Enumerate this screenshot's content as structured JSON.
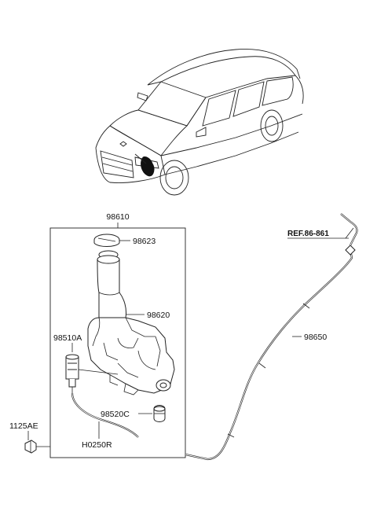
{
  "labels": {
    "assembly": "98610",
    "cap": "98623",
    "reservoir": "98620",
    "pump": "98510A",
    "grommet": "98520C",
    "bolt": "1125AE",
    "hose_short": "H0250R",
    "hose_long": "98650",
    "reference": "REF.86-861"
  }
}
